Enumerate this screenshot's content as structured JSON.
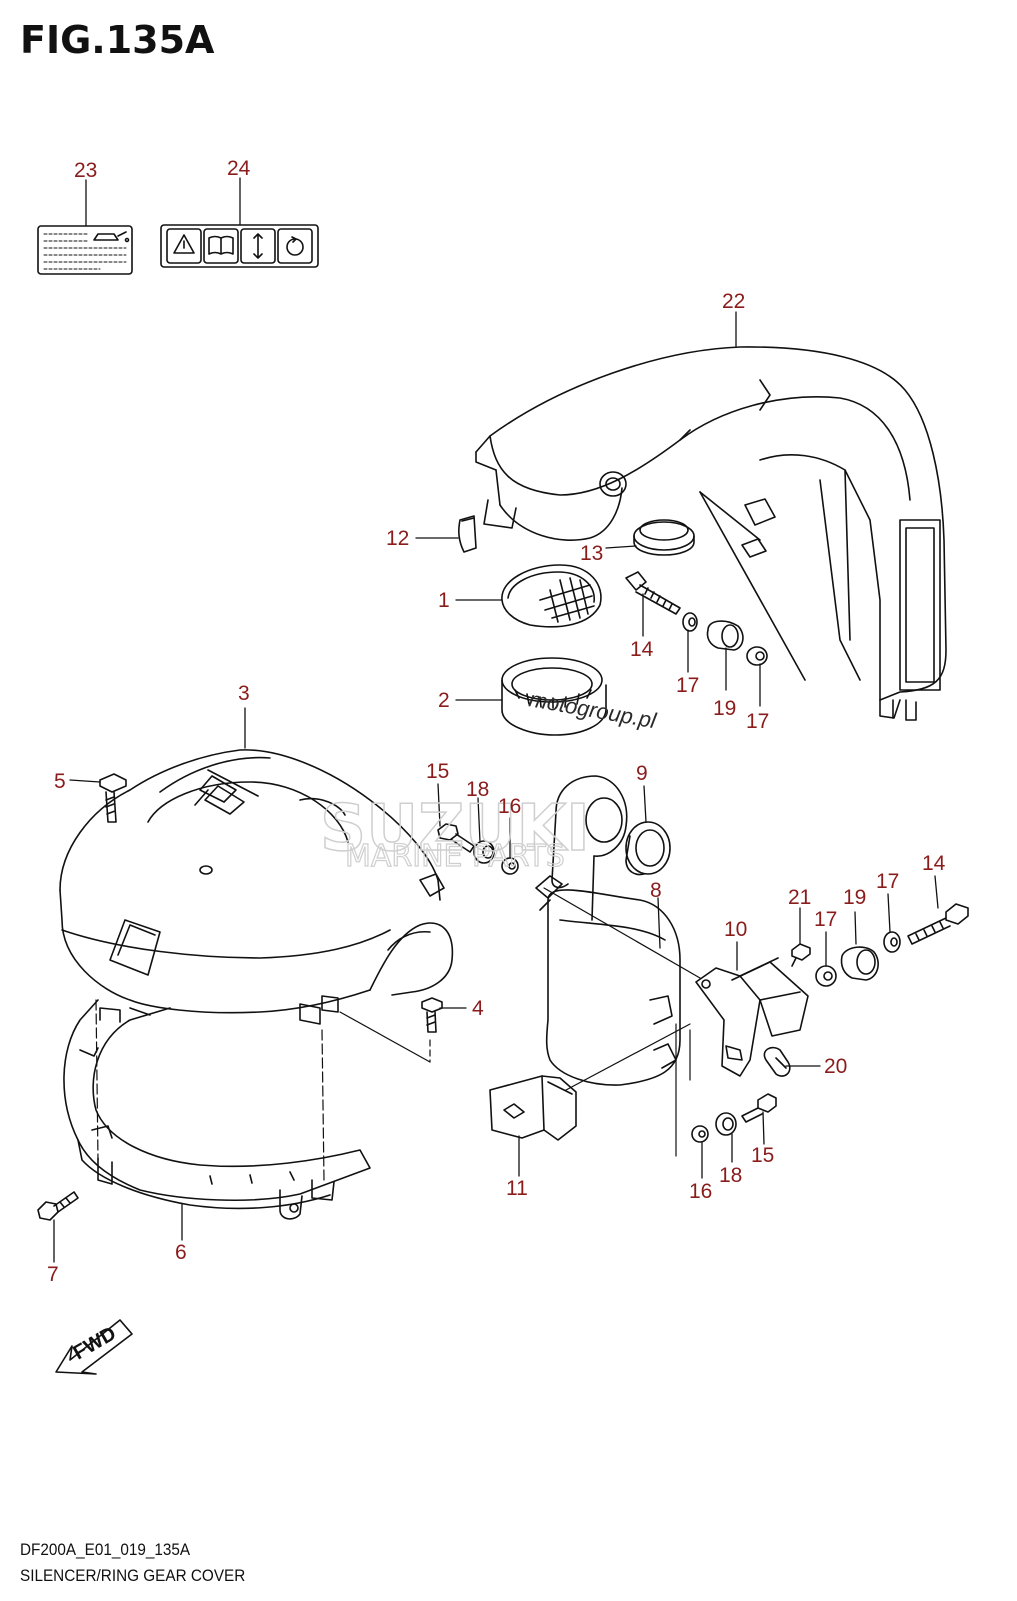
{
  "figure": {
    "title": "FIG.135A",
    "code": "DF200A_E01_019_135A",
    "caption": "SILENCER/RING GEAR COVER",
    "fwd_label": "FWD"
  },
  "watermarks": {
    "brand": "SUZUKI",
    "sub": "MARINE PARTS",
    "site": "motogroup.pl"
  },
  "colors": {
    "callout": "#8a1c1c",
    "line": "#111111"
  },
  "callouts": [
    {
      "id": "c23",
      "label": "23"
    },
    {
      "id": "c24",
      "label": "24"
    },
    {
      "id": "c22",
      "label": "22"
    },
    {
      "id": "c12",
      "label": "12"
    },
    {
      "id": "c13",
      "label": "13"
    },
    {
      "id": "c1",
      "label": "1"
    },
    {
      "id": "c14a",
      "label": "14"
    },
    {
      "id": "c17a",
      "label": "17"
    },
    {
      "id": "c19a",
      "label": "19"
    },
    {
      "id": "c17b",
      "label": "17"
    },
    {
      "id": "c2",
      "label": "2"
    },
    {
      "id": "c3",
      "label": "3"
    },
    {
      "id": "c5",
      "label": "5"
    },
    {
      "id": "c15a",
      "label": "15"
    },
    {
      "id": "c18a",
      "label": "18"
    },
    {
      "id": "c16a",
      "label": "16"
    },
    {
      "id": "c9",
      "label": "9"
    },
    {
      "id": "c8",
      "label": "8"
    },
    {
      "id": "c14b",
      "label": "14"
    },
    {
      "id": "c17c",
      "label": "17"
    },
    {
      "id": "c19b",
      "label": "19"
    },
    {
      "id": "c21",
      "label": "21"
    },
    {
      "id": "c17d",
      "label": "17"
    },
    {
      "id": "c10",
      "label": "10"
    },
    {
      "id": "c4",
      "label": "4"
    },
    {
      "id": "c20",
      "label": "20"
    },
    {
      "id": "c11",
      "label": "11"
    },
    {
      "id": "c15b",
      "label": "15"
    },
    {
      "id": "c18b",
      "label": "18"
    },
    {
      "id": "c16b",
      "label": "16"
    },
    {
      "id": "c6",
      "label": "6"
    },
    {
      "id": "c7",
      "label": "7"
    }
  ]
}
